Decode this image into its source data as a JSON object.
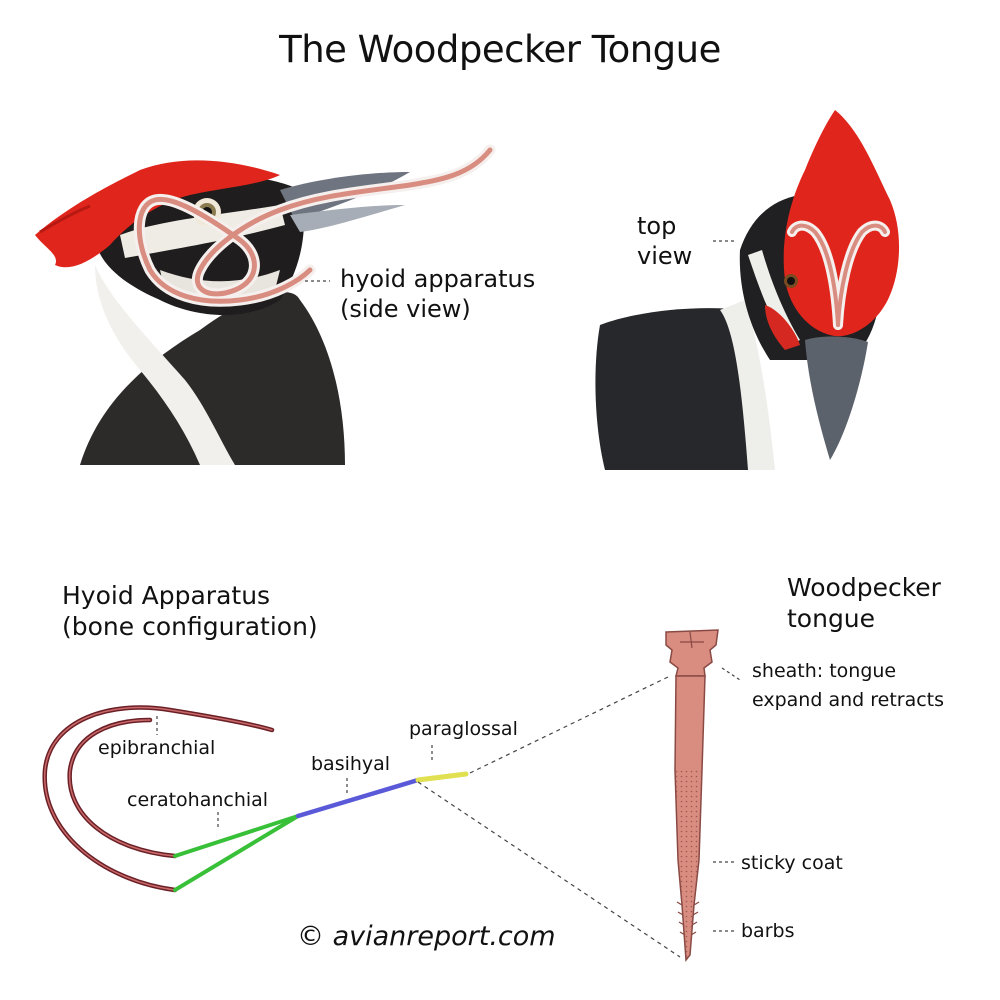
{
  "title": "The Woodpecker Tongue",
  "side_view": {
    "label_line1": "hyoid apparatus",
    "label_line2": "(side view)"
  },
  "top_view": {
    "label_line1": "top",
    "label_line2": "view"
  },
  "hyoid": {
    "heading_line1": "Hyoid Apparatus",
    "heading_line2": "(bone configuration)",
    "parts": {
      "epibranchial": "epibranchial",
      "ceratohanchial": "ceratohanchial",
      "basihyal": "basihyal",
      "paraglossal": "paraglossal"
    }
  },
  "tongue": {
    "heading_line1": "Woodpecker",
    "heading_line2": "tongue",
    "sheath_line1": "sheath: tongue",
    "sheath_line2": "expand and retracts",
    "sticky": "sticky coat",
    "barbs": "barbs"
  },
  "credit": "© avianreport.com",
  "colors": {
    "crest_red": "#e0261c",
    "tongue_pink": "#d98c80",
    "bone_red": "#a8333a",
    "ceratobranchial_green": "#38c038",
    "basihyal_blue": "#5a5ad8",
    "paraglossal_yellow": "#e0e050"
  }
}
